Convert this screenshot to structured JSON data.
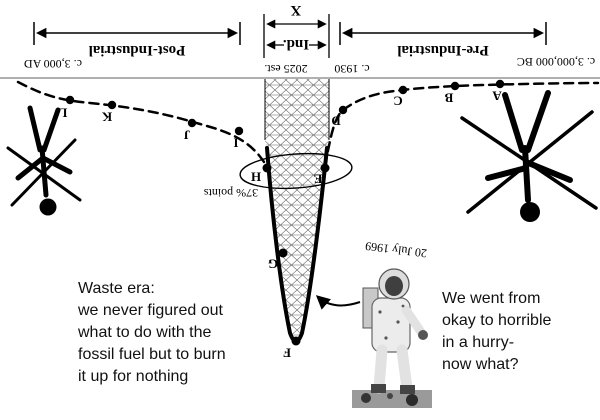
{
  "timeline": {
    "far_left_date": "c. 3,000 AD",
    "band_left_date": "2025 est.",
    "band_right_date": "c. 1930",
    "far_right_date": "c. 3,000,000 BC",
    "post_industrial_label": "Post-Industrial",
    "industrial_label": "Ind.",
    "industrial_extent_label": "X",
    "pre_industrial_label": "Pre-Industrial"
  },
  "point_labels": [
    "A",
    "B",
    "C",
    "D",
    "E",
    "F",
    "G",
    "H",
    "I",
    "J",
    "K",
    "L"
  ],
  "annotations": {
    "percent_points": "37% points",
    "moon_landing_date": "20 July 1969"
  },
  "notes": {
    "waste_era_lines": [
      "Waste era:",
      "we never figured out",
      "what to do with the",
      "fossil fuel but to burn",
      "it up for nothing"
    ],
    "hurry_lines": [
      "We went from",
      "okay to horrible",
      "in a hurry-",
      "now what?"
    ]
  },
  "colors": {
    "ink": "#000000",
    "axis_line": "#808080",
    "hatch": "#555555",
    "paper": "#ffffff"
  }
}
